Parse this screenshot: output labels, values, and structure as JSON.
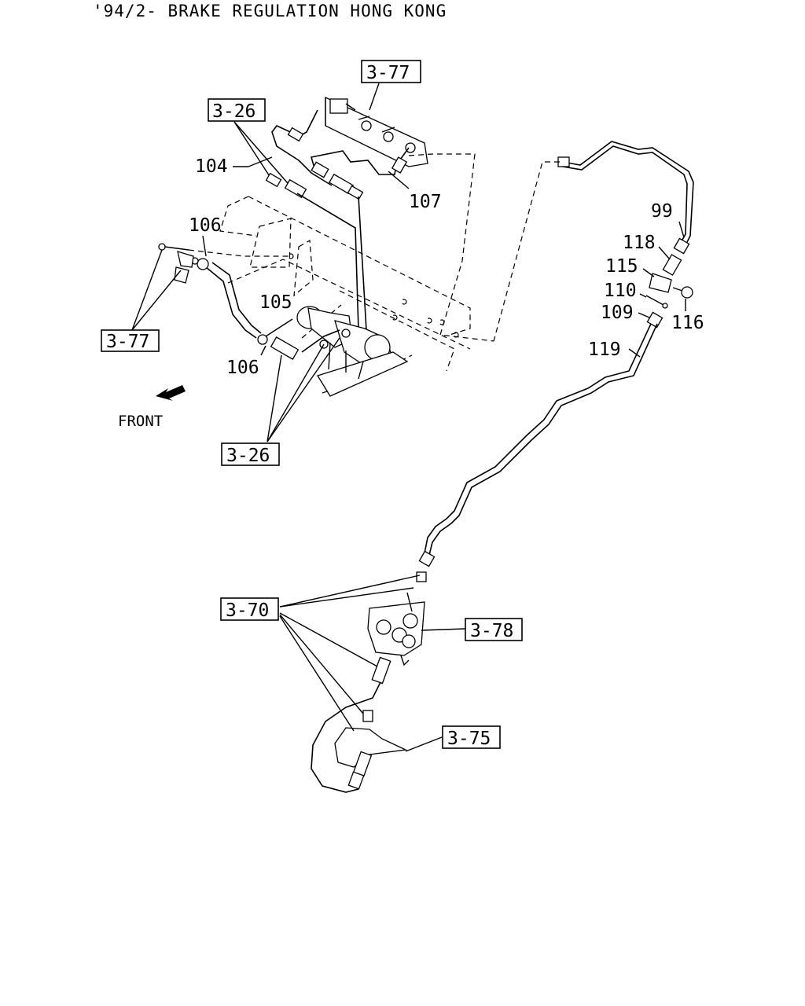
{
  "title": "'94/2- BRAKE REGULATION HONG KONG",
  "front_label": "FRONT",
  "part_numbers": {
    "p99": "99",
    "p104": "104",
    "p105": "105",
    "p106a": "106",
    "p106b": "106",
    "p107": "107",
    "p109": "109",
    "p110": "110",
    "p115": "115",
    "p116": "116",
    "p118": "118",
    "p119": "119"
  },
  "references": {
    "r377a": "3-77",
    "r377b": "3-77",
    "r326a": "3-26",
    "r326b": "3-26",
    "r370": "3-70",
    "r378": "3-78",
    "r375": "3-75"
  }
}
